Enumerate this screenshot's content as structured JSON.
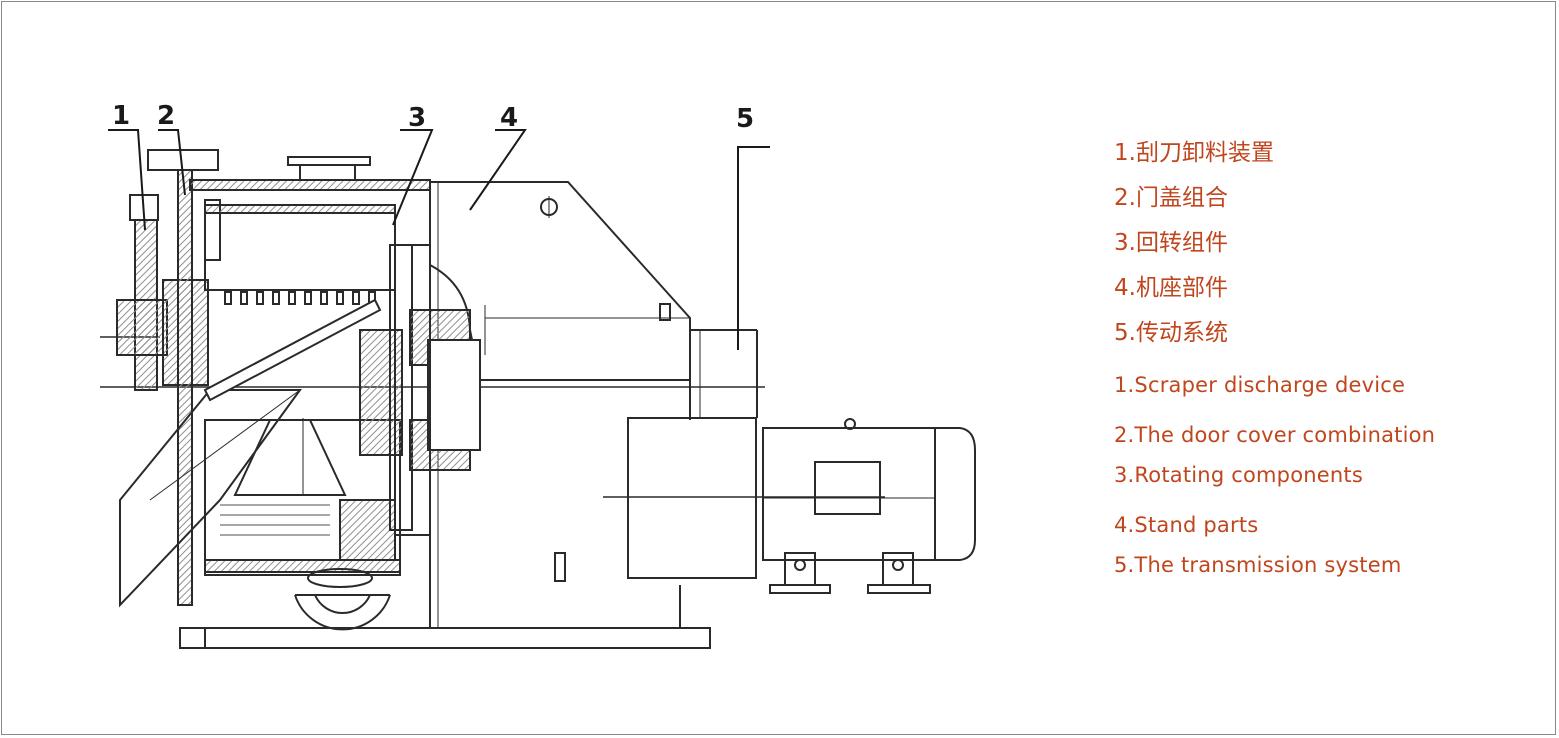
{
  "callouts": [
    "1",
    "2",
    "3",
    "4",
    "5"
  ],
  "legend_cn": [
    "1.刮刀卸料装置",
    "2.门盖组合",
    "3.回转组件",
    "4.机座部件",
    "5.传动系统"
  ],
  "legend_en": [
    "1.Scraper discharge device",
    "2.The door cover combination",
    "3.Rotating components",
    "4.Stand parts",
    "5.The transmission system"
  ],
  "colors": {
    "legend_text": "#c0461e",
    "line": "#2a2a2a",
    "hatch": "#9a9a9a",
    "border": "#8a8a8a"
  }
}
